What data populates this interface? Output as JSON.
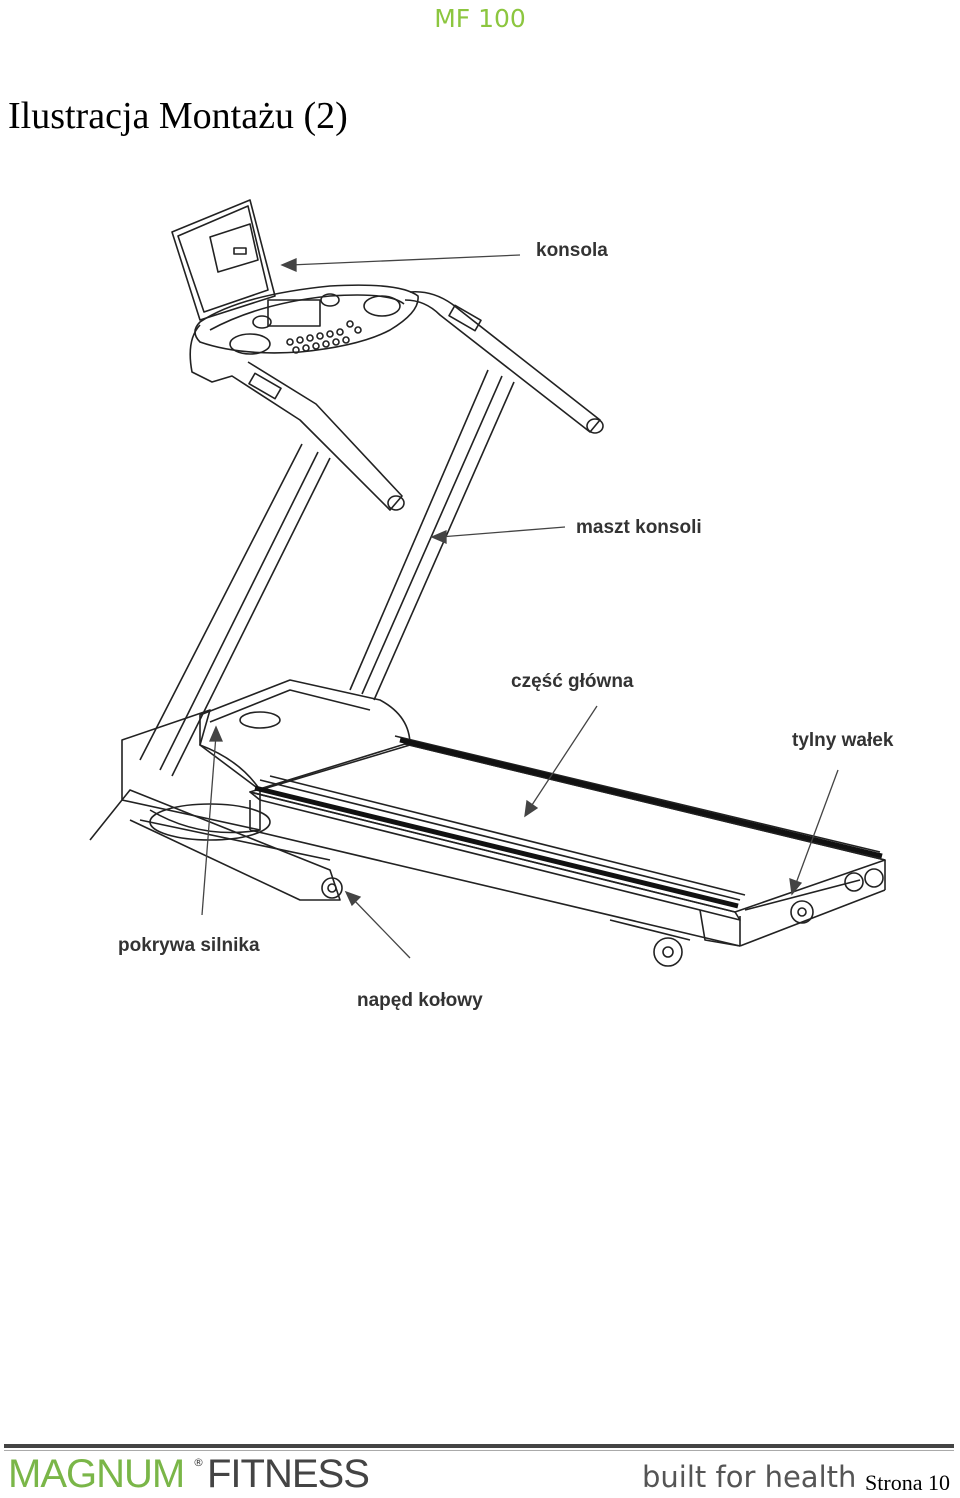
{
  "header": {
    "model": "MF 100",
    "title": "Ilustracja Montażu (2)"
  },
  "labels": {
    "console": "konsola",
    "console_mast": "maszt konsoli",
    "main_part": "część główna",
    "rear_roller": "tylny wałek",
    "motor_cover": "pokrywa silnika",
    "wheel_drive": "napęd kołowy"
  },
  "footer": {
    "brand_magnum": "MAGNUM",
    "brand_reg": "®",
    "brand_fitness": "FITNESS",
    "tagline": "built for health",
    "page": "Strona 10"
  }
}
